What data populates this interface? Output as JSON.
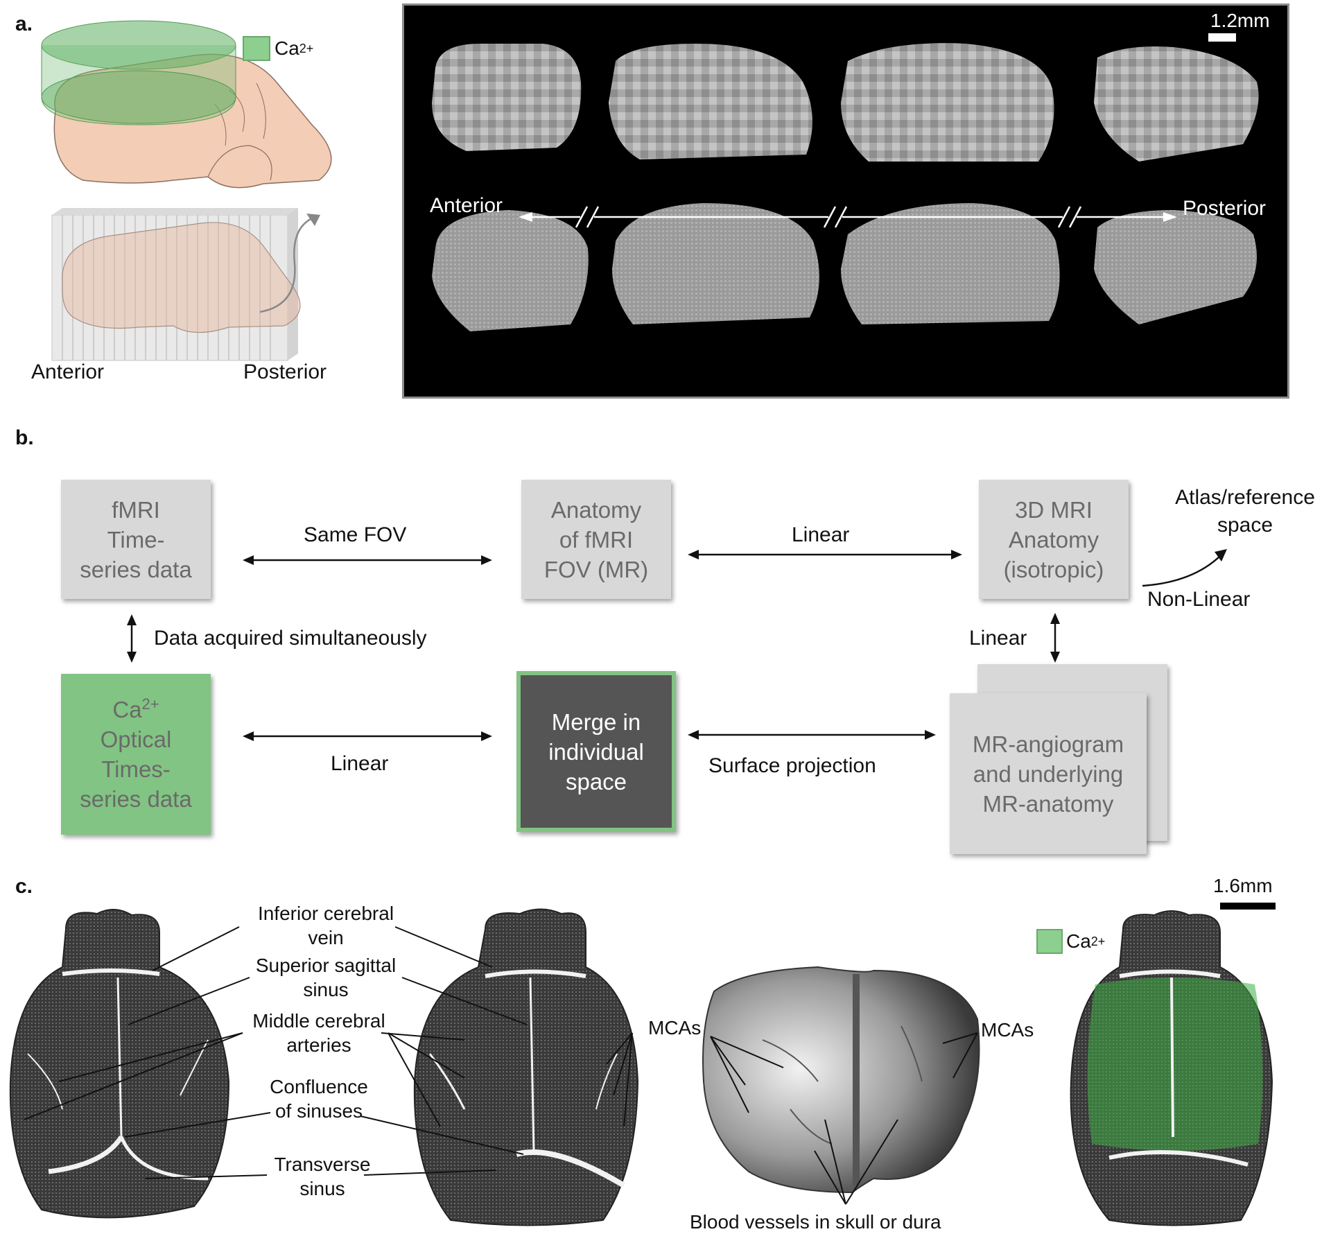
{
  "panel_a": {
    "label": "a.",
    "legend_label": "Ca",
    "legend_sup": "2+",
    "legend_color": "#8ccf8e",
    "left_anterior": "Anterior",
    "left_posterior": "Posterior",
    "mri_anterior": "Anterior",
    "mri_posterior": "Posterior",
    "scale_bar": "1.2mm"
  },
  "panel_b": {
    "label": "b.",
    "boxes": {
      "fmri": "fMRI\nTime-\nseries data",
      "anatomy_fov": "Anatomy\nof fMRI\nFOV (MR)",
      "mri_3d": "3D MRI\nAnatomy\n(isotropic)",
      "ca_prefix": "Ca",
      "ca_sup": "2+",
      "ca_rest": "Optical\nTimes-\nseries data",
      "merge": "Merge in\nindividual\nspace",
      "angiogram": "MR-angiogram\nand underlying\nMR-anatomy"
    },
    "edges": {
      "same_fov": "Same FOV",
      "linear_top": "Linear",
      "non_linear": "Non-Linear",
      "atlas": "Atlas/reference\nspace",
      "simultaneous": "Data acquired simultaneously",
      "linear_right": "Linear",
      "linear_bottom": "Linear",
      "surface_projection": "Surface projection"
    },
    "colors": {
      "box_gray": "#d8d8d8",
      "box_green": "#82c483",
      "box_dark": "#555555"
    }
  },
  "panel_c": {
    "label": "c.",
    "scale_bar": "1.6mm",
    "annotations": {
      "inferior_cerebral_vein": "Inferior cerebral\nvein",
      "superior_sagittal_sinus": "Superior sagittal\nsinus",
      "middle_cerebral_arteries": "Middle cerebral\narteries",
      "confluence_of_sinuses": "Confluence\nof sinuses",
      "transverse_sinus": "Transverse\nsinus",
      "mcas_left": "MCAs",
      "mcas_right": "MCAs",
      "blood_vessels": "Blood vessels in skull or dura"
    },
    "legend_label": "Ca",
    "legend_sup": "2+",
    "legend_color": "#8ccf8e"
  }
}
